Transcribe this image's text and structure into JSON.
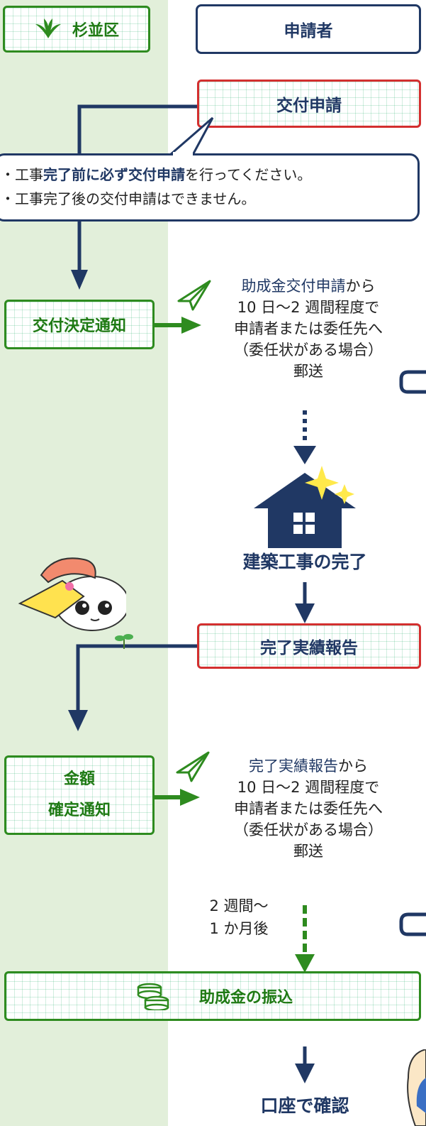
{
  "header": {
    "ward_label": "杉並区",
    "applicant_label": "申請者"
  },
  "steps": {
    "grant_application": "交付申請",
    "callout_line1_pre": "・工事",
    "callout_line1_bold": "完了前に必ず交付申請",
    "callout_line1_post": "を行ってください。",
    "callout_line2": "・工事完了後の交付申請はできません。",
    "decision_notice": "交付決定通知",
    "decision_link": "助成金交付申請",
    "decision_text_a": "から",
    "decision_text_b": "10 日～2 週間程度で",
    "decision_text_c": "申請者または委任先へ",
    "decision_text_d": "（委任状がある場合）",
    "decision_text_e": "郵送",
    "construction_done": "建築工事の完了",
    "completion_report": "完了実績報告",
    "amount_notice_line1": "金額",
    "amount_notice_line2": "確定通知",
    "amount_link": "完了実績報告",
    "amount_text_a": "から",
    "amount_text_b": "10 日～2 週間程度で",
    "amount_text_c": "申請者または委任先へ",
    "amount_text_d": "（委任状がある場合）",
    "amount_text_e": "郵送",
    "wait_line1": "2 週間～",
    "wait_line2": "1 か月後",
    "transfer": "助成金の振込",
    "confirm": "口座で確認"
  },
  "colors": {
    "left_band": "#e2efda",
    "green": "#2e8b1f",
    "red": "#d32f2f",
    "navy": "#203864"
  },
  "icons": [
    "ward-logo-icon",
    "paper-plane-icon",
    "house-icon",
    "sparkle-icon",
    "coins-icon",
    "mascot-icon",
    "sprout-icon"
  ]
}
